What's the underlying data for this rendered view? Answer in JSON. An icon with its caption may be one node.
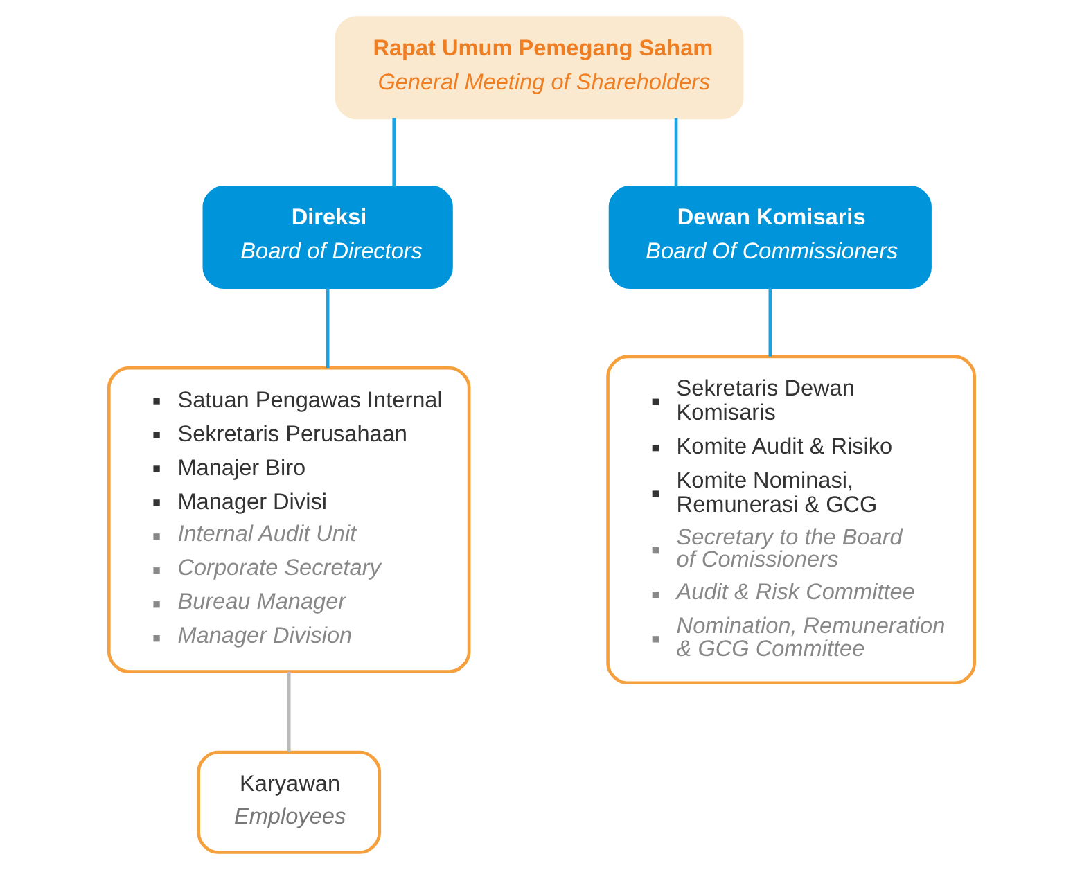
{
  "diagram": {
    "nodes": [
      {
        "text": [
          "Rapat Umum Pemegang Saham",
          "General Meeting of Shareholders"
        ]
      },
      {
        "text": [
          "Direksi",
          "Board of Directors"
        ]
      },
      {
        "text": [
          "Dewan Komisaris",
          "Board Of Commissioners"
        ]
      },
      {
        "text": [
          "Satuan Pengawas Internal",
          "Sekretaris Perusahaan",
          "Manajer Biro",
          "Manager Divisi",
          "Internal Audit Unit",
          "Corporate Secretary",
          "Bureau Manager",
          "Manager Division"
        ]
      },
      {
        "text": [
          "Karyawan",
          "Employees"
        ]
      },
      {
        "text": [
          "Sekretaris Dewan Komisaris",
          "Komite Audit & Risiko",
          "Komite Nominasi, Remunerasi & GCG",
          "Secretary to the Board of Comissioners",
          "Audit & Risk Committee",
          "Nomination, Remuneration & GCG Committee"
        ]
      }
    ],
    "edges": [
      {
        "from": 0,
        "to": 1,
        "arrow": "none"
      },
      {
        "from": 0,
        "to": 2,
        "arrow": "none"
      },
      {
        "from": 1,
        "to": 3,
        "arrow": "none"
      },
      {
        "from": 3,
        "to": 4,
        "arrow": "none",
        "color": "#bbbbbb"
      },
      {
        "from": 2,
        "to": 5,
        "arrow": "none"
      }
    ]
  }
}
